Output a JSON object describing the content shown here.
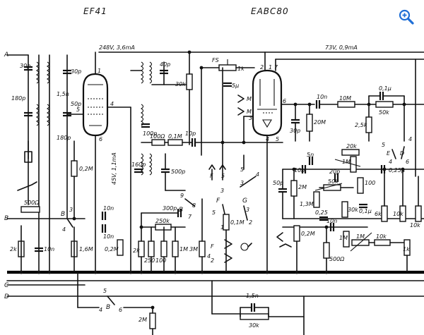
{
  "tubes": {
    "left": "EF41",
    "right": "EABC80"
  },
  "supply": {
    "left": "248V, 3,6mA",
    "right": "73V, 0,9mA",
    "vertical": "45V, 1,1mA"
  },
  "rails": [
    "A",
    "B",
    "C",
    "D"
  ],
  "components": {
    "c30p_a": "30p",
    "c30p_b": "30p",
    "c180p_a": "180p",
    "c1_5n": "1,5n",
    "c50p": "50p",
    "c180p_b": "180p",
    "r500": "500Ω",
    "r02M": "0,2M",
    "r2k": "2k",
    "c10n_a": "10n",
    "r1_6M": "1,6M",
    "c10n_b": "10n",
    "r02M_b": "0,2M",
    "c40p": "40p",
    "r30k": "30k",
    "c5u": "5µ",
    "r1k": "1k",
    "c100p": "100p",
    "r100": "100Ω",
    "r0_1M": "0,1M",
    "c10p": "10p",
    "c160p": "160p",
    "c500p": "500p",
    "c300p": "300p",
    "r250k": "250k",
    "r2k_b": "2k",
    "r250": "250",
    "r100_b": "100",
    "r1M": "1M",
    "r3M": "3M",
    "c10n_c": "10n",
    "r10M": "10M",
    "c01u": "0,1µ",
    "r50k": "50k",
    "r2_5k": "2,5k",
    "c30p_c": "30p",
    "r20M": "20M",
    "c5n": "5n",
    "c10n_d": "10n",
    "c20p": "20p",
    "r2M": "2M",
    "r1_3M": "1,3M",
    "c50p_b": "50p",
    "r20k": "20k",
    "r1M_b": "1M",
    "r50k_b": "50k",
    "r100_c": "100",
    "r0_25": "0,25",
    "c025u": "0,25µ",
    "r6k": "6k",
    "r10k_a": "10k",
    "r10k_b": "10k",
    "r30k_b": "30k",
    "c10n_e": "10n",
    "c01u_b": "0,1µ",
    "r0_2M_b": "0,2M",
    "r1M_c": "1M",
    "r1M_d": "1M",
    "r10k_c": "10k",
    "r1k_b": "1k",
    "r500_b": "500Ω",
    "c10n_f": "10n",
    "r0_1M_b": "0,1M",
    "c1_5n_b": "1,5n",
    "r30k_c": "30k",
    "r2M_b": "2M"
  },
  "switch_labels": {
    "F": "F",
    "G": "G",
    "FS": "FS",
    "E": "E",
    "D": "D",
    "M1": "M",
    "M2": "M",
    "s3": "3",
    "s5": "5",
    "s4": "4",
    "s6": "6",
    "s7": "7",
    "s8": "8",
    "s1": "1",
    "s2": "2",
    "p1": "1",
    "p2": "2",
    "p3": "3",
    "p6": "6",
    "p7": "7",
    "p9": "9",
    "p4": "4",
    "pB": "B"
  },
  "colors": {
    "ink": "#111111",
    "background": "#ffffff",
    "zoom": "#1f6fd6"
  }
}
